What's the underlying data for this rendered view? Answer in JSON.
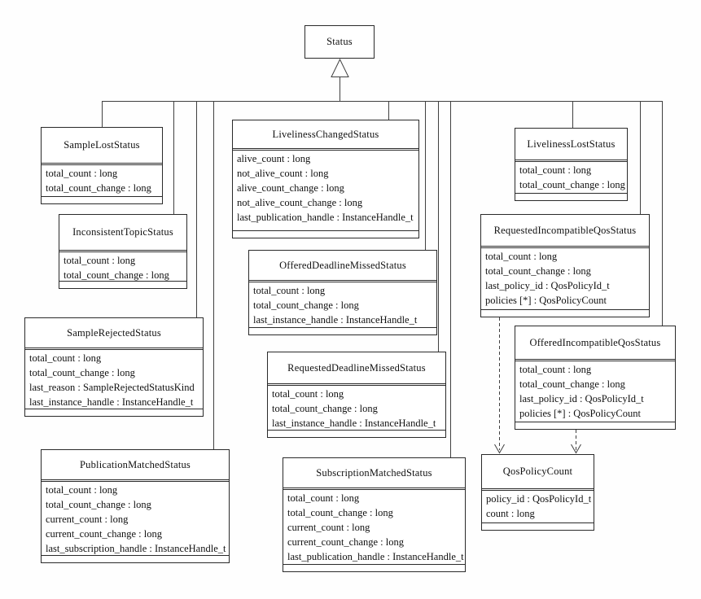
{
  "classes": [
    {
      "name": "Status",
      "attrs": []
    },
    {
      "name": "SampleLostStatus",
      "attrs": [
        "total_count : long",
        "total_count_change : long"
      ]
    },
    {
      "name": "InconsistentTopicStatus",
      "attrs": [
        "total_count : long",
        "total_count_change : long"
      ]
    },
    {
      "name": "SampleRejectedStatus",
      "attrs": [
        "total_count : long",
        "total_count_change : long",
        "last_reason : SampleRejectedStatusKind",
        "last_instance_handle : InstanceHandle_t"
      ]
    },
    {
      "name": "PublicationMatchedStatus",
      "attrs": [
        "total_count : long",
        "total_count_change : long",
        "current_count : long",
        "current_count_change : long",
        "last_subscription_handle : InstanceHandle_t"
      ]
    },
    {
      "name": "LivelinessChangedStatus",
      "attrs": [
        "alive_count : long",
        "not_alive_count : long",
        "alive_count_change : long",
        "not_alive_count_change : long",
        "last_publication_handle : InstanceHandle_t"
      ]
    },
    {
      "name": "OfferedDeadlineMissedStatus",
      "attrs": [
        "total_count : long",
        "total_count_change : long",
        "last_instance_handle : InstanceHandle_t"
      ]
    },
    {
      "name": "RequestedDeadlineMissedStatus",
      "attrs": [
        "total_count : long",
        "total_count_change : long",
        "last_instance_handle : InstanceHandle_t"
      ]
    },
    {
      "name": "SubscriptionMatchedStatus",
      "attrs": [
        "total_count : long",
        "total_count_change : long",
        "current_count : long",
        "current_count_change : long",
        "last_publication_handle : InstanceHandle_t"
      ]
    },
    {
      "name": "LivelinessLostStatus",
      "attrs": [
        "total_count : long",
        "total_count_change : long"
      ]
    },
    {
      "name": "RequestedIncompatibleQosStatus",
      "attrs": [
        "total_count : long",
        "total_count_change : long",
        "last_policy_id : QosPolicyId_t",
        "policies [*] : QosPolicyCount"
      ]
    },
    {
      "name": "OfferedIncompatibleQosStatus",
      "attrs": [
        "total_count : long",
        "total_count_change : long",
        "last_policy_id : QosPolicyId_t",
        "policies [*] : QosPolicyCount"
      ]
    },
    {
      "name": "QosPolicyCount",
      "attrs": [
        "policy_id : QosPolicyId_t",
        "count : long"
      ]
    }
  ],
  "relationships": {
    "generalization": {
      "parent": "Status",
      "children": [
        "SampleLostStatus",
        "InconsistentTopicStatus",
        "SampleRejectedStatus",
        "PublicationMatchedStatus",
        "LivelinessChangedStatus",
        "OfferedDeadlineMissedStatus",
        "RequestedDeadlineMissedStatus",
        "SubscriptionMatchedStatus",
        "LivelinessLostStatus",
        "RequestedIncompatibleQosStatus",
        "OfferedIncompatibleQosStatus"
      ]
    },
    "dependencies": [
      {
        "from": "RequestedIncompatibleQosStatus",
        "to": "QosPolicyCount"
      },
      {
        "from": "OfferedIncompatibleQosStatus",
        "to": "QosPolicyCount"
      }
    ]
  },
  "colors": {
    "line": "#404040",
    "border": "#2a2a2a",
    "background": "#fefefe"
  }
}
